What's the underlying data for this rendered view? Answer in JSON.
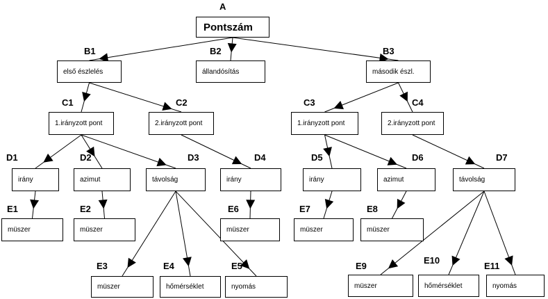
{
  "nodes": {
    "A": {
      "id": "A",
      "text": "Pontszám"
    },
    "B1": {
      "id": "B1",
      "text": "első észlelés"
    },
    "B2": {
      "id": "B2",
      "text": "állandósítás"
    },
    "B3": {
      "id": "B3",
      "text": "második észl."
    },
    "C1": {
      "id": "C1",
      "text": "1.irányzott pont"
    },
    "C2": {
      "id": "C2",
      "text": "2.irányzott pont"
    },
    "C3": {
      "id": "C3",
      "text": "1.irányzott pont"
    },
    "C4": {
      "id": "C4",
      "text": "2.irányzott pont"
    },
    "D1": {
      "id": "D1",
      "text": "irány"
    },
    "D2": {
      "id": "D2",
      "text": "azimut"
    },
    "D3": {
      "id": "D3",
      "text": "távolság"
    },
    "D4": {
      "id": "D4",
      "text": "irány"
    },
    "D5": {
      "id": "D5",
      "text": "irány"
    },
    "D6": {
      "id": "D6",
      "text": "azimut"
    },
    "D7": {
      "id": "D7",
      "text": "távolság"
    },
    "E1": {
      "id": "E1",
      "text": "müszer"
    },
    "E2": {
      "id": "E2",
      "text": "müszer"
    },
    "E3": {
      "id": "E3",
      "text": "müszer"
    },
    "E4": {
      "id": "E4",
      "text": "hőmérséklet"
    },
    "E5": {
      "id": "E5",
      "text": "nyomás"
    },
    "E6": {
      "id": "E6",
      "text": "müszer"
    },
    "E7": {
      "id": "E7",
      "text": "müszer"
    },
    "E8": {
      "id": "E8",
      "text": "müszer"
    },
    "E9": {
      "id": "E9",
      "text": "müszer"
    },
    "E10": {
      "id": "E10",
      "text": "hőmérséklet"
    },
    "E11": {
      "id": "E11",
      "text": "nyomás"
    }
  },
  "edges": [
    [
      "A",
      "B1"
    ],
    [
      "A",
      "B2"
    ],
    [
      "A",
      "B3"
    ],
    [
      "B1",
      "C1"
    ],
    [
      "B1",
      "C2"
    ],
    [
      "B3",
      "C3"
    ],
    [
      "B3",
      "C4"
    ],
    [
      "C1",
      "D1"
    ],
    [
      "C1",
      "D2"
    ],
    [
      "C1",
      "D3"
    ],
    [
      "C2",
      "D4"
    ],
    [
      "C3",
      "D5"
    ],
    [
      "C3",
      "D6"
    ],
    [
      "C4",
      "D7"
    ],
    [
      "D1",
      "E1"
    ],
    [
      "D2",
      "E2"
    ],
    [
      "D3",
      "E3"
    ],
    [
      "D3",
      "E4"
    ],
    [
      "D3",
      "E5"
    ],
    [
      "D4",
      "E6"
    ],
    [
      "D5",
      "E7"
    ],
    [
      "D6",
      "E8"
    ],
    [
      "D7",
      "E9"
    ],
    [
      "D7",
      "E10"
    ],
    [
      "D7",
      "E11"
    ]
  ]
}
